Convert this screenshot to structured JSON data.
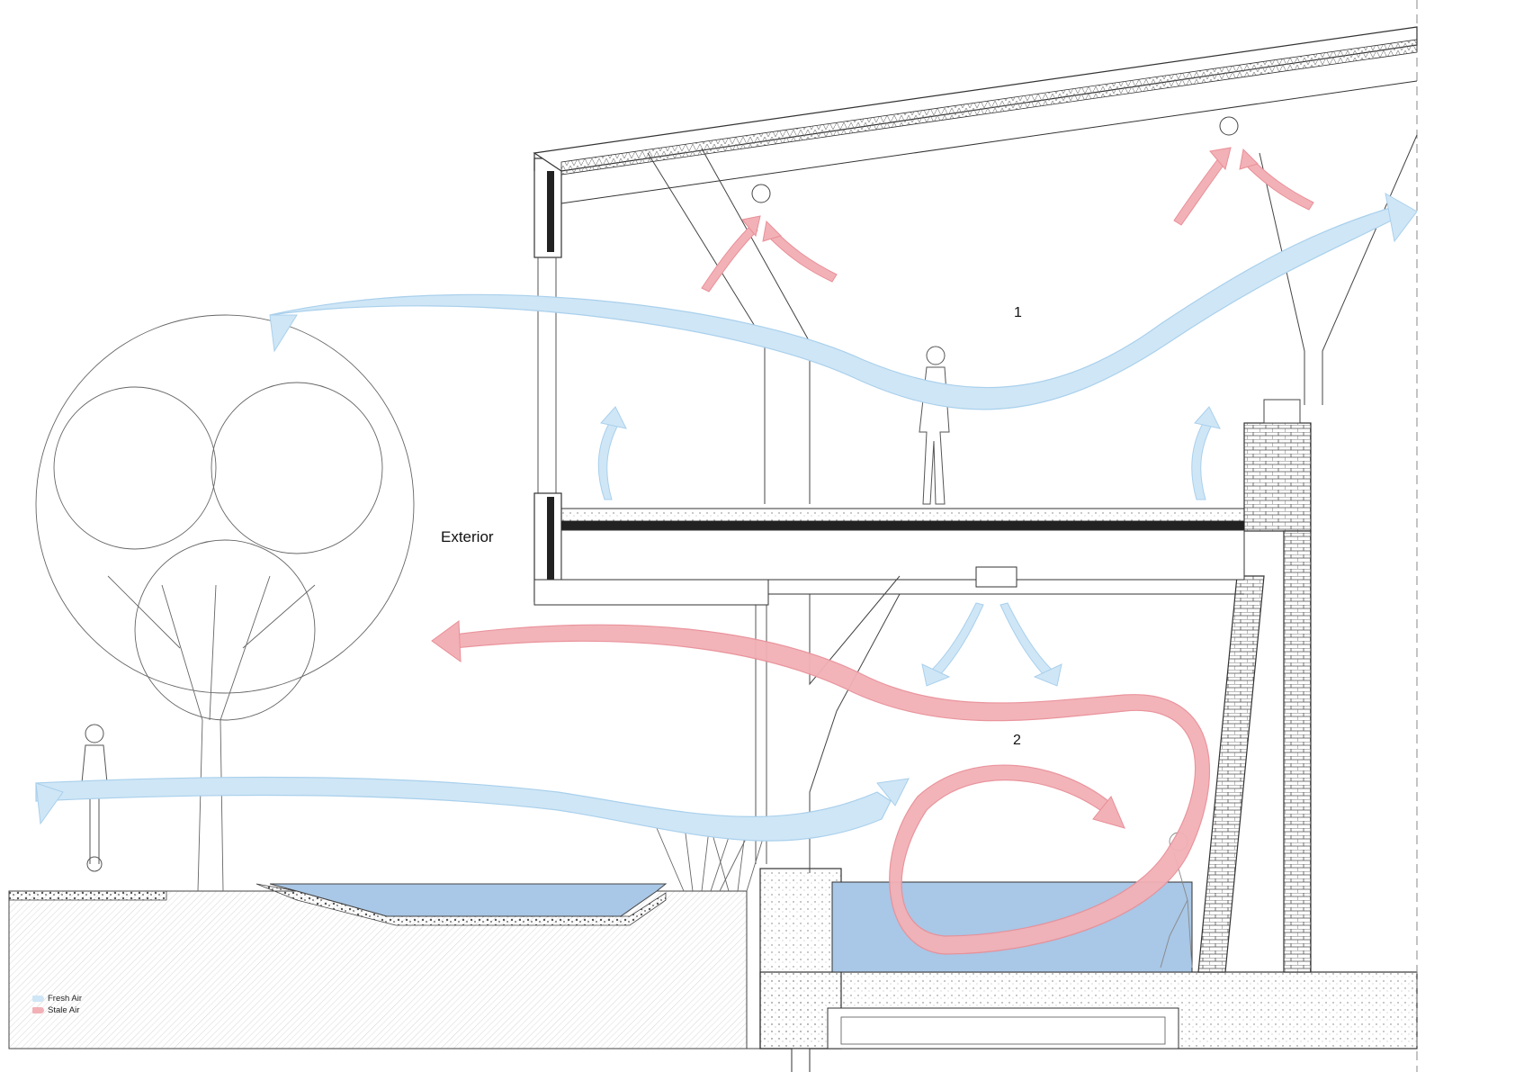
{
  "labels": {
    "exterior": "Exterior",
    "room_1": "1",
    "room_2": "2"
  },
  "legend": {
    "items": [
      {
        "label": "Fresh Air",
        "color": "#cfe6f6"
      },
      {
        "label": "Stale Air",
        "color": "#f2b1b6"
      }
    ]
  },
  "colors": {
    "fresh_air": "#cfe6f6",
    "fresh_air_stroke": "#a9d0ec",
    "stale_air": "#f2b1b6",
    "stale_air_stroke": "#e98f98",
    "water": "#a9c7e6",
    "line": "#333333"
  }
}
